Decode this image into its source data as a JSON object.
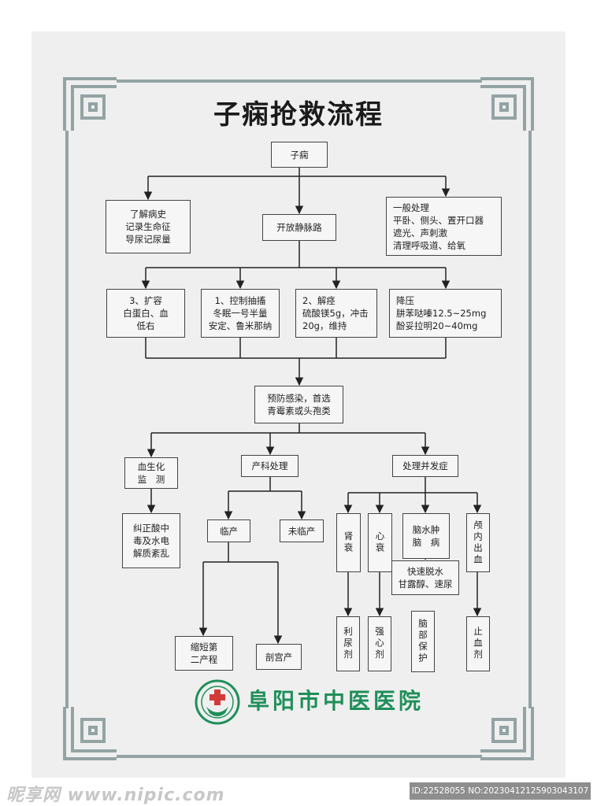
{
  "title": "子痫抢救流程",
  "colors": {
    "frame": "#93a3a3",
    "line": "#222222",
    "box_border": "#444444",
    "brand": "#1f8f5a",
    "logo_red": "#d23a3a"
  },
  "nodes": {
    "root": "子痫",
    "history": [
      "了解病史",
      "记录生命征",
      "导尿记尿量"
    ],
    "iv": "开放静脉路",
    "general": [
      "一般处理",
      "平卧、侧头、置开口器",
      "遮光、声刺激",
      "清理呼吸道、给氧"
    ],
    "expand": [
      "3、扩容",
      "白蛋白、血",
      "低右"
    ],
    "control": [
      "1、控制抽搐",
      "冬眠一号半量",
      "安定、鲁米那纳"
    ],
    "spasm": [
      "2、解痉",
      "硫酸镁5g，冲击",
      "20g，维持"
    ],
    "bp": [
      "降压",
      "肼苯哒嗪12.5~25mg",
      "酚妥拉明20~40mg"
    ],
    "infection": [
      "预防感染，首选",
      "青霉素或头孢类"
    ],
    "biochem": [
      "血生化",
      "监　测"
    ],
    "obstetric": "产科处理",
    "complication": "处理并发症",
    "acidosis": [
      "纠正酸中",
      "毒及水电",
      "解质紊乱"
    ],
    "labor": "临产",
    "not_labor": "未临产",
    "renal": "肾衰",
    "heart": "心衰",
    "edema": [
      "脑水肿",
      "脑　病"
    ],
    "bleed": "颅内出血",
    "dehydrate": [
      "快速脱水",
      "甘露醇、速尿"
    ],
    "diuretic": "利尿剂",
    "cardiac": "强心剂",
    "supportive": "脑部保护",
    "hemostatic": "止血剂",
    "shorten": [
      "缩短第",
      "二产程"
    ],
    "cesarean": "剖宫产"
  },
  "hospital": "阜阳市中医医院",
  "watermark": {
    "left": "昵享网 www.nipic.com",
    "right": "ID:22528055 NO:20230412125903043107"
  }
}
